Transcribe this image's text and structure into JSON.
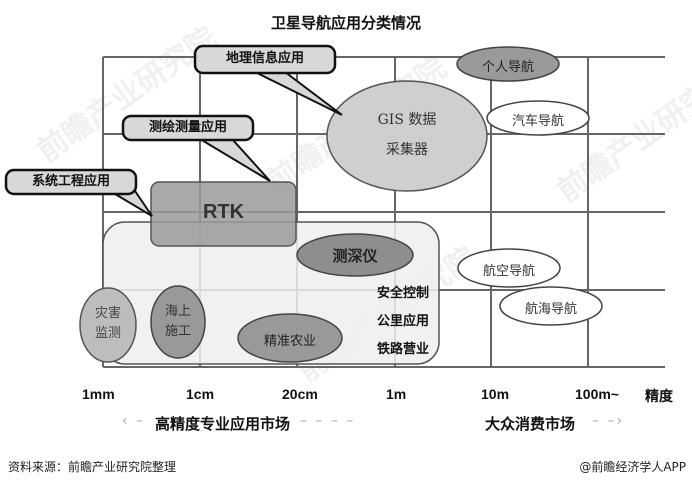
{
  "title": "卫星导航应用分类情况",
  "callouts": {
    "geo": "地理信息应用",
    "survey": "测绘测量应用",
    "system": "系统工程应用"
  },
  "nodes": {
    "rtk": "RTK",
    "gis_line1": "GIS 数据",
    "gis_line2": "采集器",
    "personal_nav": "个人导航",
    "car_nav": "汽车导航",
    "sounder": "测深仪",
    "air_nav": "航空导航",
    "sea_nav": "航海导航",
    "disaster_line1": "灾害",
    "disaster_line2": "监测",
    "offshore_line1": "海上",
    "offshore_line2": "施工",
    "precision_agri": "精准农业",
    "safety_control": "安全控制",
    "road_apps": "公里应用",
    "railway_ops": "铁路营业"
  },
  "axis": {
    "ticks": [
      "1mm",
      "1cm",
      "20cm",
      "1m",
      "10m",
      "100m~"
    ],
    "label": "精度"
  },
  "markets": {
    "professional": "高精度专业应用市场",
    "consumer": "大众消费市场"
  },
  "footer": {
    "source": "资料来源：前瞻产业研究院整理",
    "credit": "@前瞻经济学人APP"
  },
  "watermark": "前瞻产业研究院",
  "colors": {
    "grid": "#666666",
    "dark_fill": "#8f8f8f",
    "mid_fill": "#bdbdbd",
    "light_fill": "#e6e6e6",
    "region_fill": "#efefef"
  }
}
